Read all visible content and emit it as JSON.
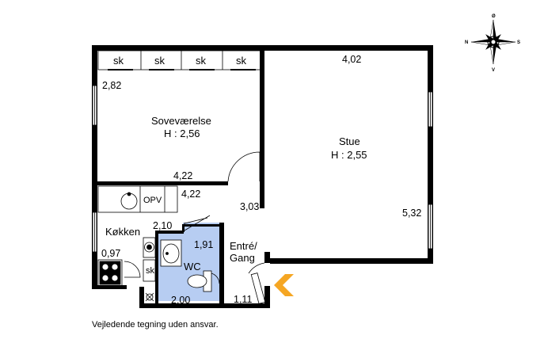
{
  "compass": {
    "north": "Ø",
    "west": "N",
    "east": "S",
    "south": "V"
  },
  "rooms": {
    "bedroom": {
      "name": "Soveværelse",
      "height": "H : 2,56"
    },
    "living": {
      "name": "Stue",
      "height": "H : 2,55"
    },
    "kitchen": {
      "name": "Køkken"
    },
    "wc": {
      "name": "WC"
    },
    "entry": {
      "name_line1": "Entré/",
      "name_line2": "Gang"
    }
  },
  "closets": {
    "sk1": "sk",
    "sk2": "sk",
    "sk3": "sk",
    "sk4": "sk",
    "sk_kitchen": "sk"
  },
  "storage_label": "OPV",
  "dimensions": {
    "d_402": "4,02",
    "d_282": "2,82",
    "d_422_bed": "4,22",
    "d_422_opv": "4,22",
    "d_303": "3,03",
    "d_532": "5,32",
    "d_210": "2,10",
    "d_191": "1,91",
    "d_097": "0,97",
    "d_200": "2,00",
    "d_111": "1,11"
  },
  "colors": {
    "wc_fill": "#b7cdf2",
    "entrance_arrow": "#f5a623",
    "wall": "#000000"
  },
  "disclaimer": "Vejledende tegning uden ansvar."
}
